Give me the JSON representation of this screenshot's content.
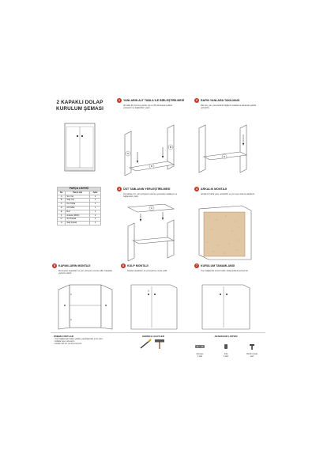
{
  "header": {
    "title_line1": "2 KAPAKLI DOLAP",
    "title_line2": "KURULUM ŞEMASI"
  },
  "colors": {
    "accent": "#c0392b",
    "panel": "#ffffff",
    "back_panel": "#e2c7a4",
    "line": "#666666"
  },
  "parts_table": {
    "title": "PARÇA LİSTESİ",
    "headers": [
      "No",
      "Parça Adı",
      "Adet"
    ],
    "rows": [
      [
        "A",
        "Sol Yan",
        "1"
      ],
      [
        "B",
        "Sağ Yan",
        "1"
      ],
      [
        "C",
        "Üst Tabla",
        "1"
      ],
      [
        "D",
        "Alt Tabla",
        "1"
      ],
      [
        "E",
        "Raf",
        "1"
      ],
      [
        "F",
        "Arkalık (MDF)",
        "1"
      ],
      [
        "G",
        "Sol Kapak",
        "1"
      ],
      [
        "H",
        "Sağ Kapak",
        "1"
      ]
    ]
  },
  "steps": [
    {
      "n": "1",
      "title": "YANLARIN ALT TABLA İLE BİRLEŞTİRİLMESİ",
      "desc": "Alt tabla (D) üzerine yanları (A) ve (B) dik olacak şekilde yerleştirin ve bağlantıları yapın."
    },
    {
      "n": "2",
      "title": "RAFIN YANLARA TAKILMASI",
      "desc": "Rafı (E), yan yüzeylerdeki bağlantı noktalarına takılacak şekilde yerleştirin."
    },
    {
      "n": "3",
      "title": "ÜST TABLANIN YERLEŞTİRİLMESİ",
      "desc": "Üst tablayı (C), yan yüzeylerin üzerine yerleştirip sabitleyin ve bağlantıları yapın."
    },
    {
      "n": "4",
      "title": "ARKALIK MONTAJI",
      "desc": "Arkalık (F) arka yüze yerleştirilir ve çivi veya vida ile sabitlenir."
    },
    {
      "n": "5",
      "title": "KAPAKLARIN MONTAJI",
      "desc": "Menteşeler kapaklara ve yan yüzeylere monte edilir. Kapaklar yerlerine takılır."
    },
    {
      "n": "6",
      "title": "KULP MONTAJI",
      "desc": "Kulplar kapakların ön yüzeylerine monte edilir."
    },
    {
      "n": "7",
      "title": "KURULUM TAMAMLANDI",
      "desc": "Tüm bağlantılar kontrol edilir. Dolap kullanıma hazırdır."
    }
  ],
  "footer": {
    "notes_title": "ÖNEMLİ NOTLAR",
    "notes": [
      "Tüm bağlantılar doğru şekilde yapıldığından emin olun.",
      "Vidaları aşırı sıkmayın.",
      "Dolabı düz bir zemine kurunuz."
    ],
    "tools_title": "GEREKLİ ALETLER",
    "hardware_title": "AKSESUAR LİSTESİ",
    "hardware": [
      {
        "name": "Menteşe",
        "qty": "4 adet",
        "icon": "hinge-icon"
      },
      {
        "name": "Kulp",
        "qty": "2 adet",
        "icon": "handle-icon"
      },
      {
        "name": "Minifix Civata",
        "qty": "adet",
        "icon": "screw-icon"
      }
    ]
  }
}
